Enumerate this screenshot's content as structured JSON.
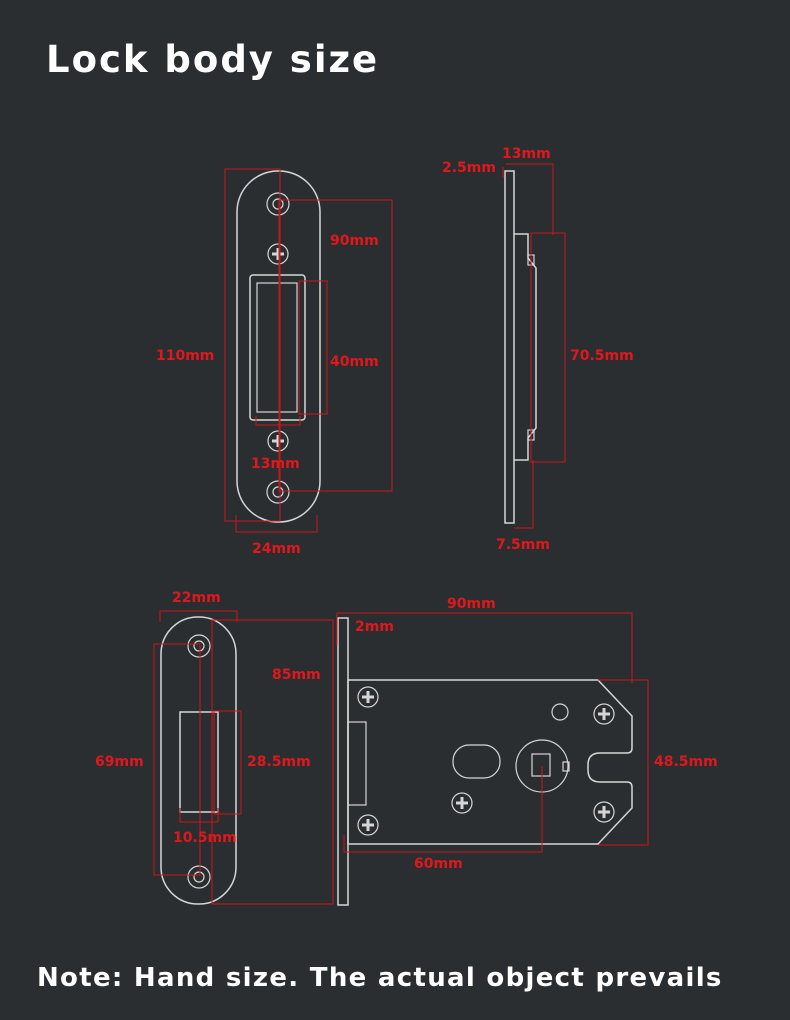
{
  "title": "Lock body size",
  "note": "Note: Hand size. The actual object prevails",
  "colors": {
    "background": "#2b2e31",
    "outline": "#d6d6d6",
    "dimension": "#e0181c"
  },
  "dimensions": {
    "front_strike": {
      "height_110": "110mm",
      "hole_span_90": "90mm",
      "cutout_height_40": "40mm",
      "cutout_width_13": "13mm",
      "width_24": "24mm"
    },
    "side_view": {
      "depth_13": "13mm",
      "plate_2_5": "2.5mm",
      "body_70_5": "70.5mm",
      "bottom_7_5": "7.5mm"
    },
    "faceplate": {
      "width_22": "22mm",
      "hole_span_69": "69mm",
      "cutout_28_5": "28.5mm",
      "cutout_10_5": "10.5mm"
    },
    "lock_body": {
      "length_90": "90mm",
      "plate_2": "2mm",
      "height_85": "85mm",
      "case_48_5": "48.5mm",
      "backset_60": "60mm"
    }
  }
}
